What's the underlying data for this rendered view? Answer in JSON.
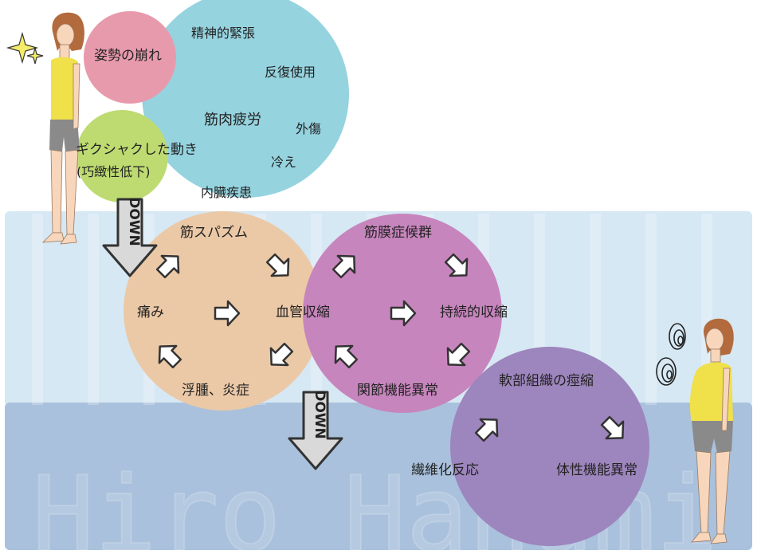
{
  "colors": {
    "band_light": "#d6e8f3",
    "band_dark": "#a9c1dc",
    "circle_cause": "#95d3df",
    "circle_posture": "#e89aad",
    "circle_movement": "#bedb72",
    "circle_spasm": "#ebc9a7",
    "circle_fascia": "#c785bd",
    "circle_tissue": "#9d85bd",
    "arrow_fill": "#ffffff",
    "arrow_stroke": "#333333",
    "down_fill": "#d9d9d9",
    "skin": "#f7d6bb",
    "hair": "#b36a3c",
    "top": "#f0e04a",
    "shorts": "#8a8a8a"
  },
  "watermark": "Hiro Hanami",
  "causes": {
    "posture": "姿勢の崩れ",
    "mental_tension": "精神的緊張",
    "repetitive_use": "反復使用",
    "muscle_fatigue": "筋肉疲労",
    "trauma": "外傷",
    "cold": "冷え",
    "visceral_disease": "内臓疾患",
    "stiff_movement": "ギクシャクした動き",
    "stiff_movement_sub": "(巧緻性低下)"
  },
  "cycle1": {
    "spasm": "筋スパズム",
    "pain": "痛み",
    "vasoconstriction": "血管収縮",
    "swelling": "浮腫、炎症"
  },
  "cycle2": {
    "fascia": "筋膜症候群",
    "sustained": "持続的収縮",
    "joint": "関節機能異常"
  },
  "cycle3": {
    "contracture": "軟部組織の痙縮",
    "fibrosis": "繊維化反応",
    "body_dysfunction": "体性機能異常"
  },
  "down_label": "DOWN"
}
